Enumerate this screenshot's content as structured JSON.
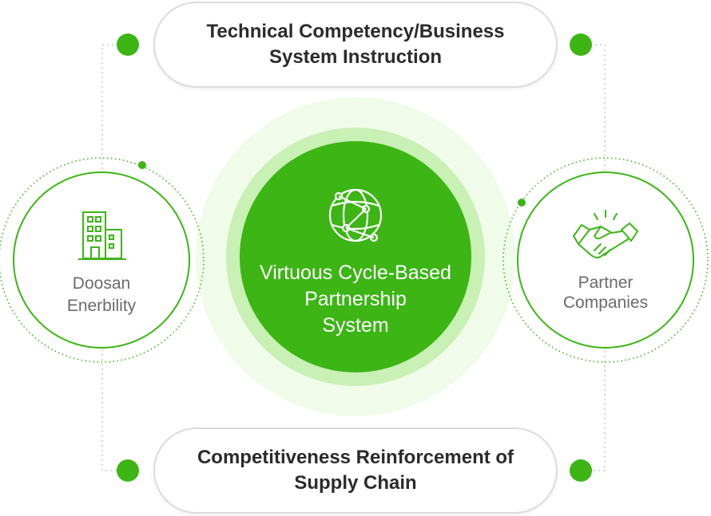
{
  "top_box": {
    "line1": "Technical Competency/Business",
    "line2": "System Instruction"
  },
  "bottom_box": {
    "line1": "Competitiveness Reinforcement of",
    "line2": "Supply Chain"
  },
  "center": {
    "line1": "Virtuous Cycle-Based",
    "line2": "Partnership",
    "line3": "System",
    "icon": "globe-network-icon"
  },
  "left_node": {
    "line1": "Doosan",
    "line2": "Enerbility",
    "icon": "building-icon"
  },
  "right_node": {
    "line1": "Partner",
    "line2": "Companies",
    "icon": "handshake-icon"
  },
  "colors": {
    "accent": "#3cb515",
    "light_ring": "#c9f0b5",
    "pale_halo": "#f1fbe9",
    "border": "#dcdcdc"
  }
}
